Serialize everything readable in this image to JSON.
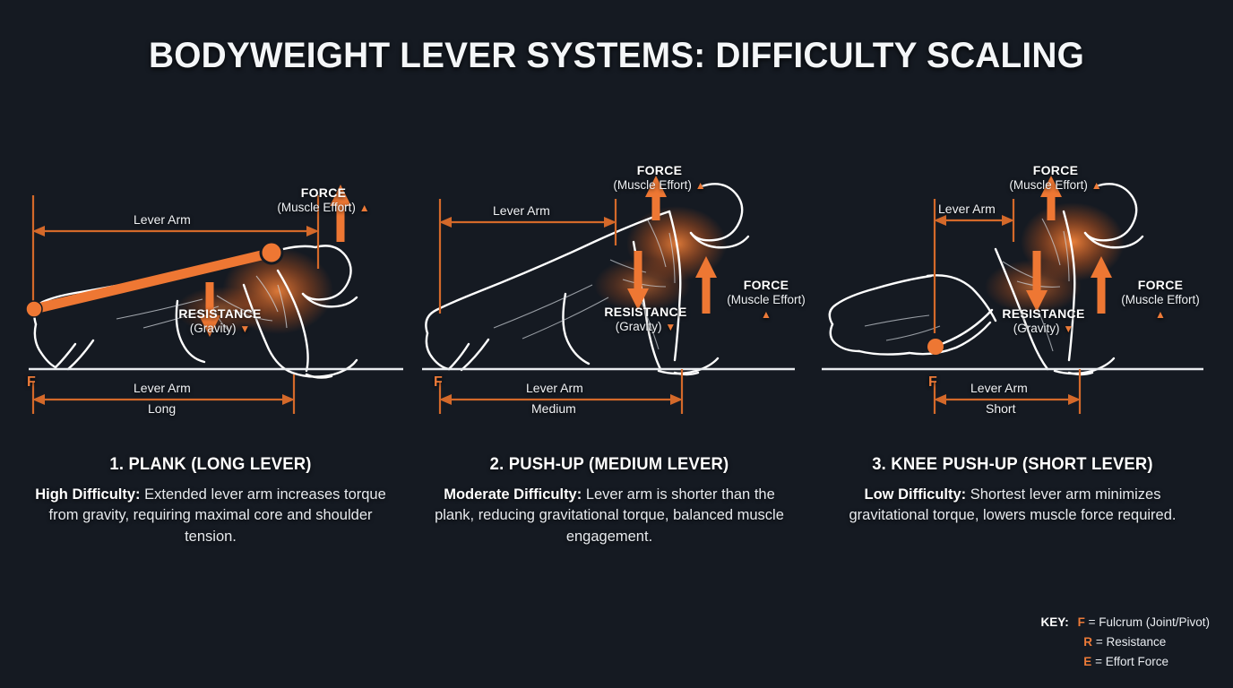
{
  "page": {
    "title": "BODYWEIGHT LEVER SYSTEMS: DIFFICULTY SCALING",
    "background_color": "#151a22",
    "accent_color": "#ec7a38",
    "accent_bright": "#ee7733",
    "text_color": "#f2f4f7"
  },
  "labels": {
    "force_title": "FORCE",
    "force_sub": "(Muscle Effort)",
    "resistance_title": "RESISTANCE",
    "resistance_sub": "(Gravity)",
    "lever_arm": "Lever Arm",
    "fulcrum_mark": "F",
    "up_triangle": "▲",
    "down_triangle": "▼"
  },
  "panels": [
    {
      "id": "plank",
      "number": "1.",
      "heading": "1. PLANK (LONG LEVER)",
      "difficulty_label": "High Difficulty:",
      "description": "Extended lever arm increases torque from gravity, requiring maximal core and shoulder tension.",
      "lever_length_label": "Long",
      "top_lever_label": "Lever Arm",
      "bottom_lever_label": "Lever Arm",
      "force_labels": 1
    },
    {
      "id": "push-up",
      "number": "2.",
      "heading": "2. PUSH-UP (MEDIUM LEVER)",
      "difficulty_label": "Moderate Difficulty:",
      "description": "Lever arm is shorter than the plank, reducing gravitational torque, balanced muscle engagement.",
      "lever_length_label": "Medium",
      "top_lever_label": "Lever Arm",
      "bottom_lever_label": "Lever Arm",
      "force_labels": 2
    },
    {
      "id": "knee-push-up",
      "number": "3.",
      "heading": "3. KNEE PUSH-UP (SHORT LEVER)",
      "difficulty_label": "Low Difficulty:",
      "description": "Shortest lever arm minimizes gravitational torque, lowers muscle force required.",
      "lever_length_label": "Short",
      "top_lever_label": "Lever Arm",
      "bottom_lever_label": "Lever Arm",
      "force_labels": 2
    }
  ],
  "key": {
    "title": "KEY:",
    "entries": [
      {
        "symbol": "F",
        "text": "= Fulcrum (Joint/Pivot)"
      },
      {
        "symbol": "R",
        "text": "= Resistance"
      },
      {
        "symbol": "E",
        "text": "= Effort Force"
      }
    ]
  }
}
